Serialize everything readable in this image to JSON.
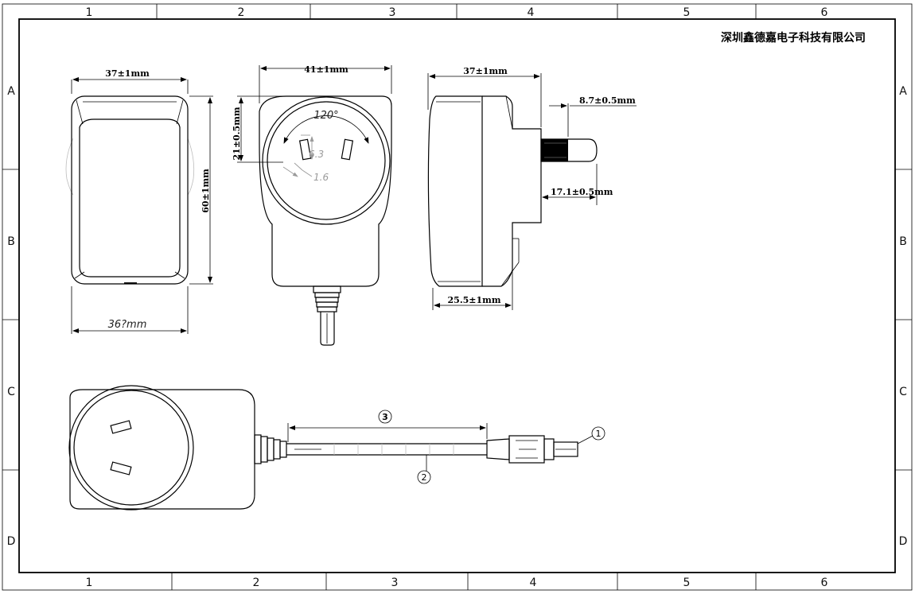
{
  "company": "深圳鑫德嘉电子科技有限公司",
  "frame": {
    "columns": [
      "1",
      "2",
      "3",
      "4",
      "5",
      "6"
    ],
    "rows": [
      "A",
      "B",
      "C",
      "D"
    ]
  },
  "front_view": {
    "width_top": "37±1mm",
    "height": "60±1mm",
    "width_bottom": "36?mm"
  },
  "plug_face_view": {
    "width": "41±1mm",
    "pin_offset": "21±0.5mm",
    "angle": "120°",
    "pin_length": "6.3",
    "pin_width": "1.6"
  },
  "side_view": {
    "width_top": "37±1mm",
    "pin_thickness": "8.7±0.5mm",
    "pin_length": "17.1±0.5mm",
    "depth": "25.5±1mm"
  },
  "assembly_view": {
    "balloons": [
      "3",
      "2",
      "1"
    ]
  }
}
